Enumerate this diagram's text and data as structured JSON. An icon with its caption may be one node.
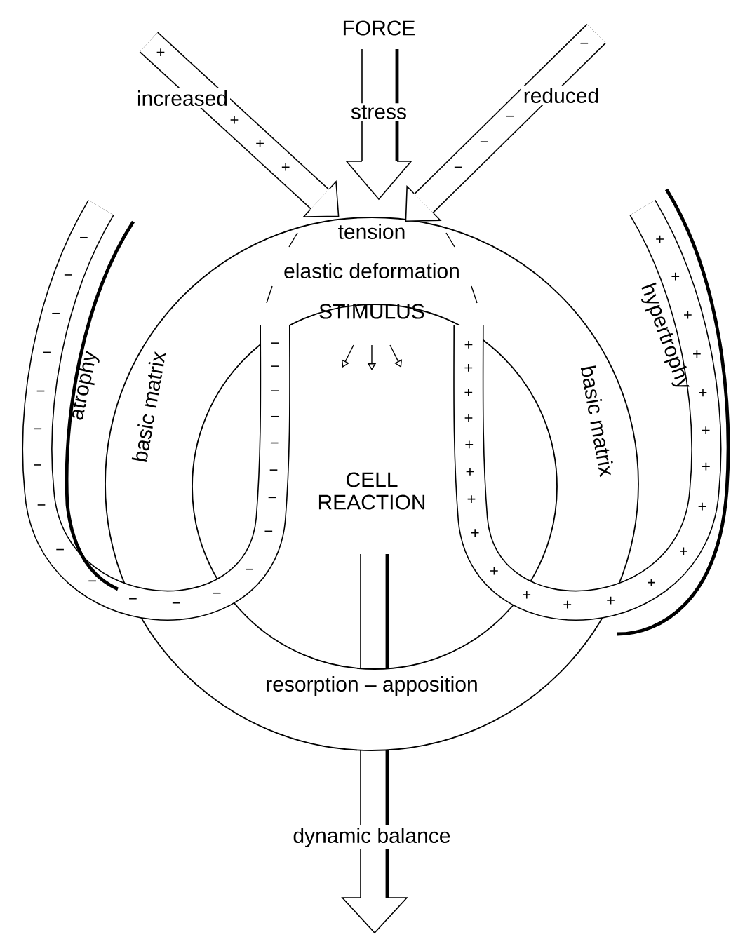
{
  "diagram": {
    "labels": [
      "FORCE",
      "increased",
      "stress",
      "reduced",
      "tension",
      "elastic deformation",
      "STIMULUS",
      "atrophy",
      "basic matrix",
      "hypertrophy",
      "basic matrix",
      "CELL REACTION",
      "resorption – apposition",
      "dynamic balance",
      "+",
      "+",
      "+",
      "+",
      "−",
      "−",
      "−",
      "−",
      "−",
      "−",
      "−",
      "−",
      "−",
      "−",
      "−",
      "−",
      "−",
      "−",
      "−",
      "−",
      "−",
      "−",
      "−",
      "−",
      "−",
      "−",
      "−",
      "−",
      "−",
      "−",
      "+",
      "+",
      "+",
      "+",
      "+",
      "+",
      "+",
      "+",
      "+",
      "+",
      "+",
      "+",
      "+",
      "+",
      "+",
      "+",
      "+",
      "+",
      "+",
      "+",
      "+",
      "+"
    ]
  }
}
